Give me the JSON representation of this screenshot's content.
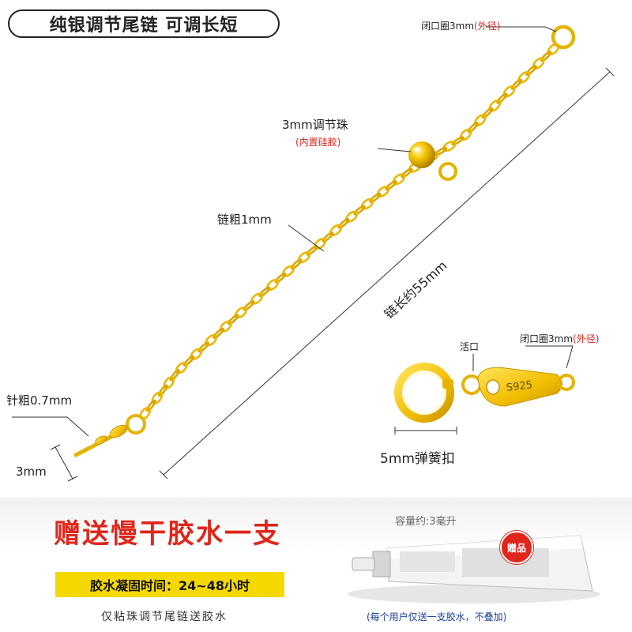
{
  "title": "纯银调节尾链  可调长短",
  "labels": {
    "closed_ring_top": "闭口圈3mm",
    "closed_ring_top_note": "(外径)",
    "bead": "3mm调节珠",
    "bead_note": "(内置硅胶)",
    "chain_thickness": "链粗1mm",
    "chain_length": "链长约55mm",
    "needle": "针粗0.7mm",
    "needle_height": "3mm",
    "open_ring": "活口",
    "closed_ring_clasp": "闭口圈3mm",
    "closed_ring_clasp_note": "(外径)",
    "clasp_size": "5mm弹簧扣",
    "tag_mark": "S925"
  },
  "gift": {
    "title": "赠送慢干胶水一支",
    "cure_time": "胶水凝固时间：24~48小时",
    "note": "仅粘珠调节尾链送胶水",
    "capacity": "容量约:3毫升",
    "badge": "赠品",
    "limit": "(每个用户仅送一支胶水，不叠加)"
  },
  "colors": {
    "gold": "#f2c200",
    "gold_dark": "#c99400",
    "accent_red": "#e0261b",
    "cure_bar": "#f5d800",
    "limit_blue": "#1a3f9c"
  }
}
